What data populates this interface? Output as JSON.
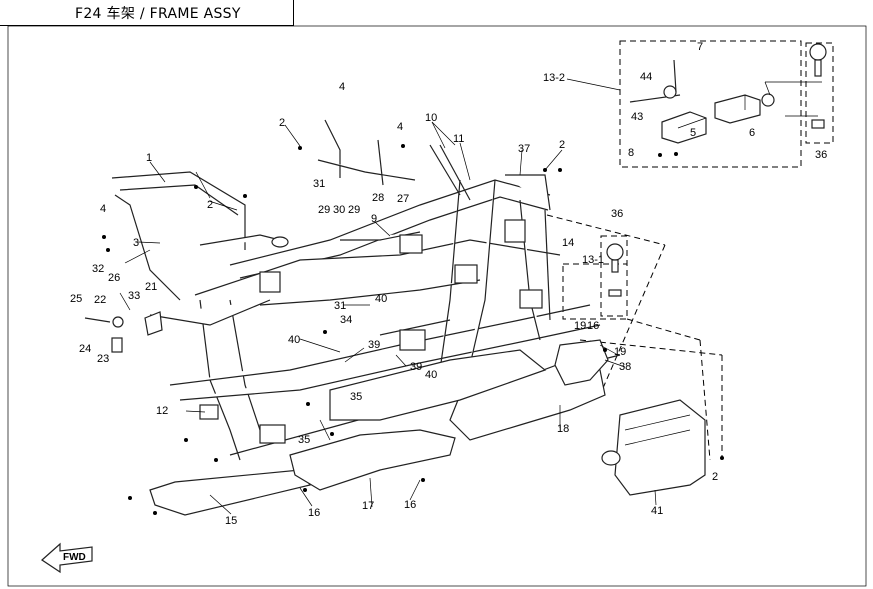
{
  "header": {
    "title": "F24 车架 / FRAME ASSY"
  },
  "diagram": {
    "fwd_label": "FWD",
    "inset_main_label": "13-2",
    "inset_small_label": "13-1",
    "callouts": [
      {
        "id": "c1",
        "text": "1"
      },
      {
        "id": "c2a",
        "text": "2"
      },
      {
        "id": "c2b",
        "text": "2"
      },
      {
        "id": "c2c",
        "text": "2"
      },
      {
        "id": "c2d",
        "text": "2"
      },
      {
        "id": "c4a",
        "text": "4"
      },
      {
        "id": "c4b",
        "text": "4"
      },
      {
        "id": "c4c",
        "text": "4"
      },
      {
        "id": "c3",
        "text": "3"
      },
      {
        "id": "c9",
        "text": "9"
      },
      {
        "id": "c10",
        "text": "10"
      },
      {
        "id": "c11",
        "text": "11"
      },
      {
        "id": "c12",
        "text": "12"
      },
      {
        "id": "c14",
        "text": "14"
      },
      {
        "id": "c15",
        "text": "15"
      },
      {
        "id": "c16a",
        "text": "16"
      },
      {
        "id": "c16b",
        "text": "16"
      },
      {
        "id": "c16c",
        "text": "16"
      },
      {
        "id": "c17",
        "text": "17"
      },
      {
        "id": "c18",
        "text": "18"
      },
      {
        "id": "c19a",
        "text": "19"
      },
      {
        "id": "c19b",
        "text": "19"
      },
      {
        "id": "c21",
        "text": "21"
      },
      {
        "id": "c22",
        "text": "22"
      },
      {
        "id": "c23",
        "text": "23"
      },
      {
        "id": "c24",
        "text": "24"
      },
      {
        "id": "c25",
        "text": "25"
      },
      {
        "id": "c26",
        "text": "26"
      },
      {
        "id": "c27",
        "text": "27"
      },
      {
        "id": "c28",
        "text": "28"
      },
      {
        "id": "c29a",
        "text": "29"
      },
      {
        "id": "c29b",
        "text": "29"
      },
      {
        "id": "c30",
        "text": "30"
      },
      {
        "id": "c31a",
        "text": "31"
      },
      {
        "id": "c31b",
        "text": "31"
      },
      {
        "id": "c32",
        "text": "32"
      },
      {
        "id": "c33",
        "text": "33"
      },
      {
        "id": "c34",
        "text": "34"
      },
      {
        "id": "c35a",
        "text": "35"
      },
      {
        "id": "c35b",
        "text": "35"
      },
      {
        "id": "c36a",
        "text": "36"
      },
      {
        "id": "c36b",
        "text": "36"
      },
      {
        "id": "c37",
        "text": "37"
      },
      {
        "id": "c38",
        "text": "38"
      },
      {
        "id": "c39a",
        "text": "39"
      },
      {
        "id": "c39b",
        "text": "39"
      },
      {
        "id": "c40a",
        "text": "40"
      },
      {
        "id": "c40b",
        "text": "40"
      },
      {
        "id": "c40c",
        "text": "40"
      },
      {
        "id": "c41",
        "text": "41"
      },
      {
        "id": "c43",
        "text": "43"
      },
      {
        "id": "c44",
        "text": "44"
      },
      {
        "id": "c5",
        "text": "5"
      },
      {
        "id": "c6",
        "text": "6"
      },
      {
        "id": "c7",
        "text": "7"
      },
      {
        "id": "c8",
        "text": "8"
      }
    ]
  }
}
